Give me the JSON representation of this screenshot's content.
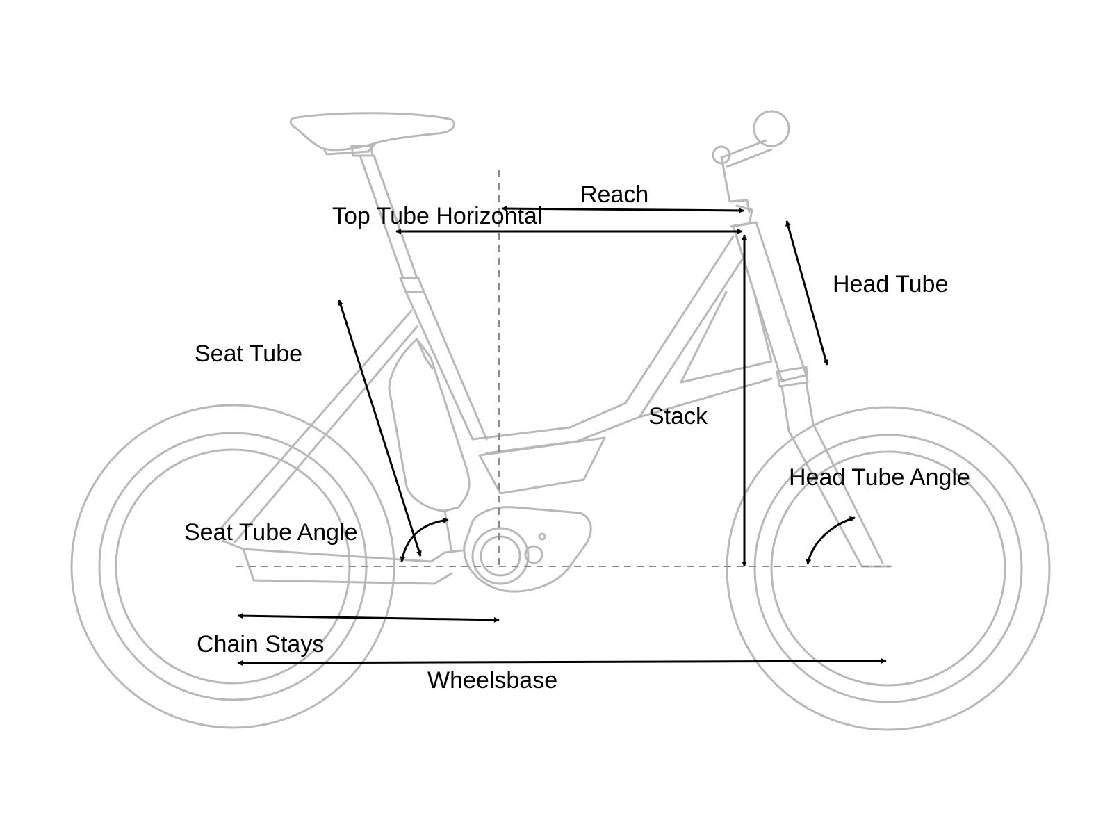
{
  "labels": {
    "reach": "Reach",
    "top_tube_horizontal": "Top Tube Horizontal",
    "head_tube": "Head Tube",
    "seat_tube": "Seat Tube",
    "stack": "Stack",
    "head_tube_angle": "Head Tube Angle",
    "seat_tube_angle": "Seat Tube Angle",
    "chain_stays": "Chain Stays",
    "wheelsbase": "Wheelsbase"
  },
  "colors": {
    "frame": "#b8b8b8",
    "guide": "#8a8a8a",
    "measure": "#000000",
    "background": "#ffffff"
  }
}
